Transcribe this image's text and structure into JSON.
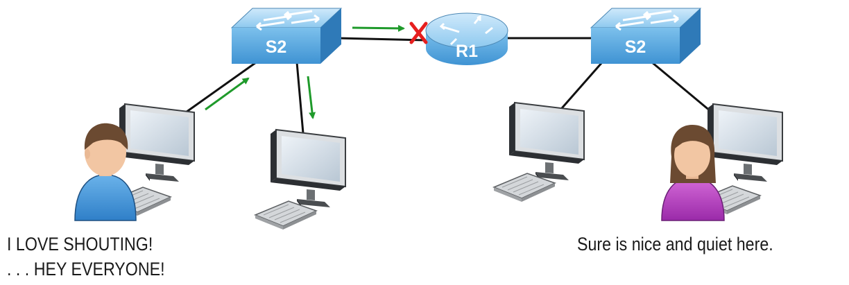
{
  "devices": {
    "switch_left": "S2",
    "router": "R1",
    "switch_right": "S2"
  },
  "captions": {
    "left_line1": "I LOVE SHOUTING!",
    "left_line2": ". . . HEY EVERYONE!",
    "right": "Sure is nice and quiet here."
  },
  "colors": {
    "network_device": "#5aa9de",
    "traffic_arrow": "#1f9a2b",
    "blocked_marker": "#e61e1e",
    "shirt_left": "#3e8fd8",
    "shirt_right": "#b13cbf"
  },
  "icons": {
    "switch": "layer2-switch-icon",
    "router": "router-icon",
    "computer": "desktop-computer-icon",
    "user": "person-icon",
    "blocked": "red-x-icon"
  }
}
